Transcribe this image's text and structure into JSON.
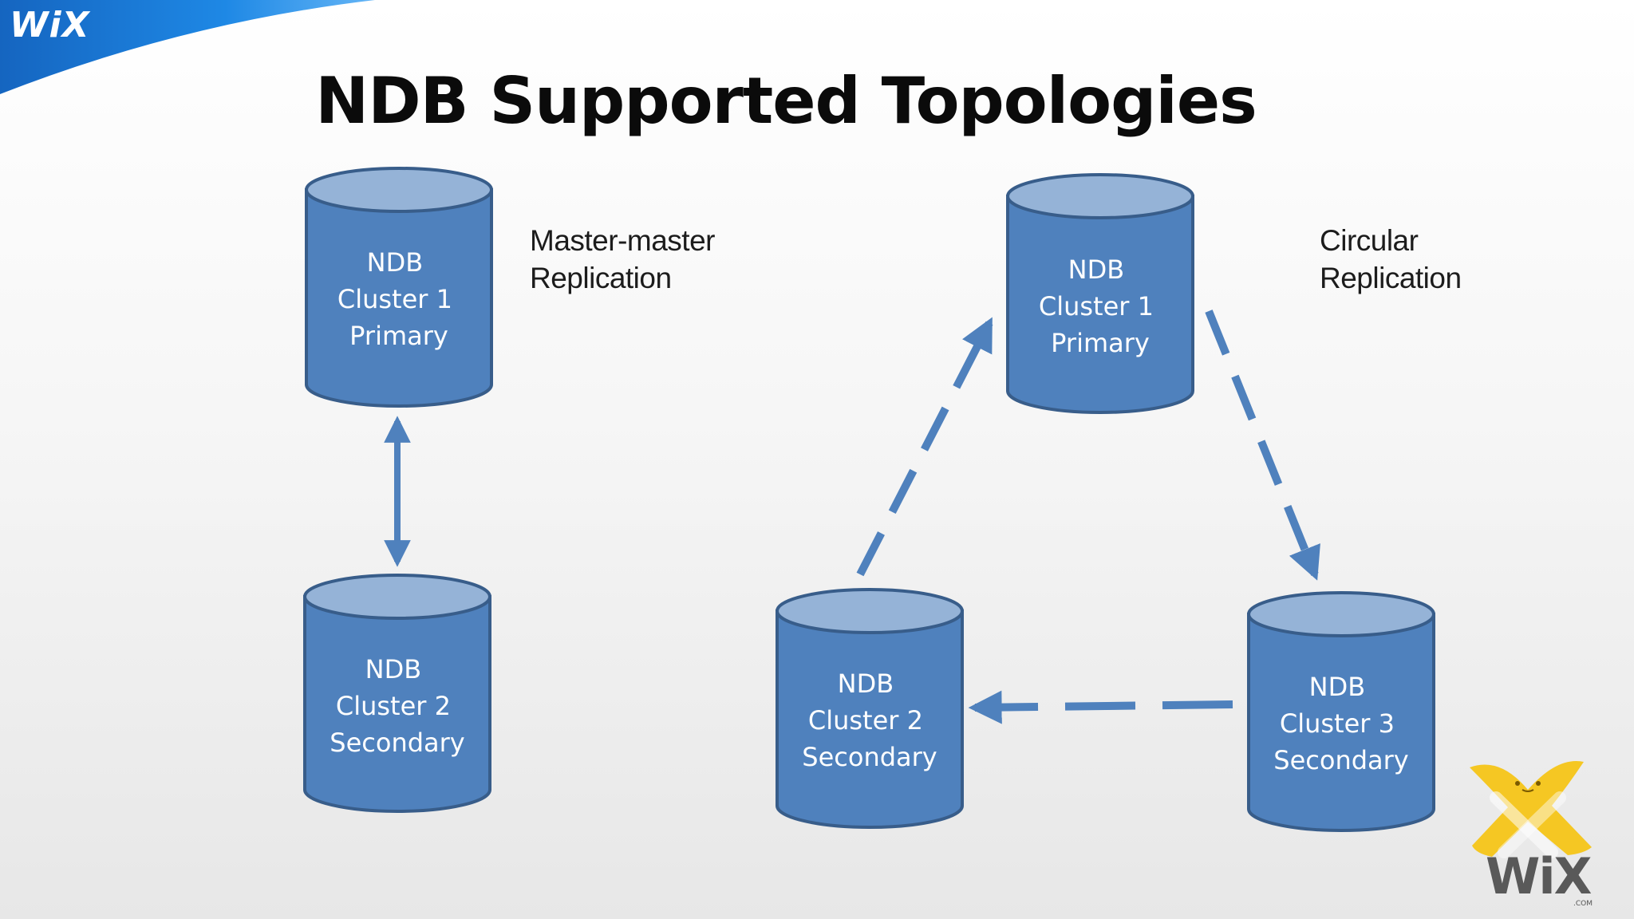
{
  "header": {
    "logo_text": "WiX",
    "title": "NDB Supported Topologies"
  },
  "captions": {
    "left": [
      "Master-master",
      "Replication"
    ],
    "right": [
      "Circular",
      "Replication"
    ]
  },
  "nodes": {
    "left_primary": [
      "NDB",
      "Cluster 1",
      "Primary"
    ],
    "left_secondary": [
      "NDB",
      "Cluster 2",
      "Secondary"
    ],
    "right_primary": [
      "NDB",
      "Cluster 1",
      "Primary"
    ],
    "right_cluster2": [
      "NDB",
      "Cluster 2",
      "Secondary"
    ],
    "right_cluster3": [
      "NDB",
      "Cluster 3",
      "Secondary"
    ]
  },
  "footer": {
    "logo_text": "WiX",
    "logo_sub": ".COM"
  },
  "colors": {
    "cylinder_body": "#4f81bd",
    "cylinder_top": "#95b3d7",
    "cylinder_outline": "#385d8a",
    "arrow": "#4f81bd",
    "header_band": "#1e88e5",
    "mascot": "#f5c518"
  }
}
